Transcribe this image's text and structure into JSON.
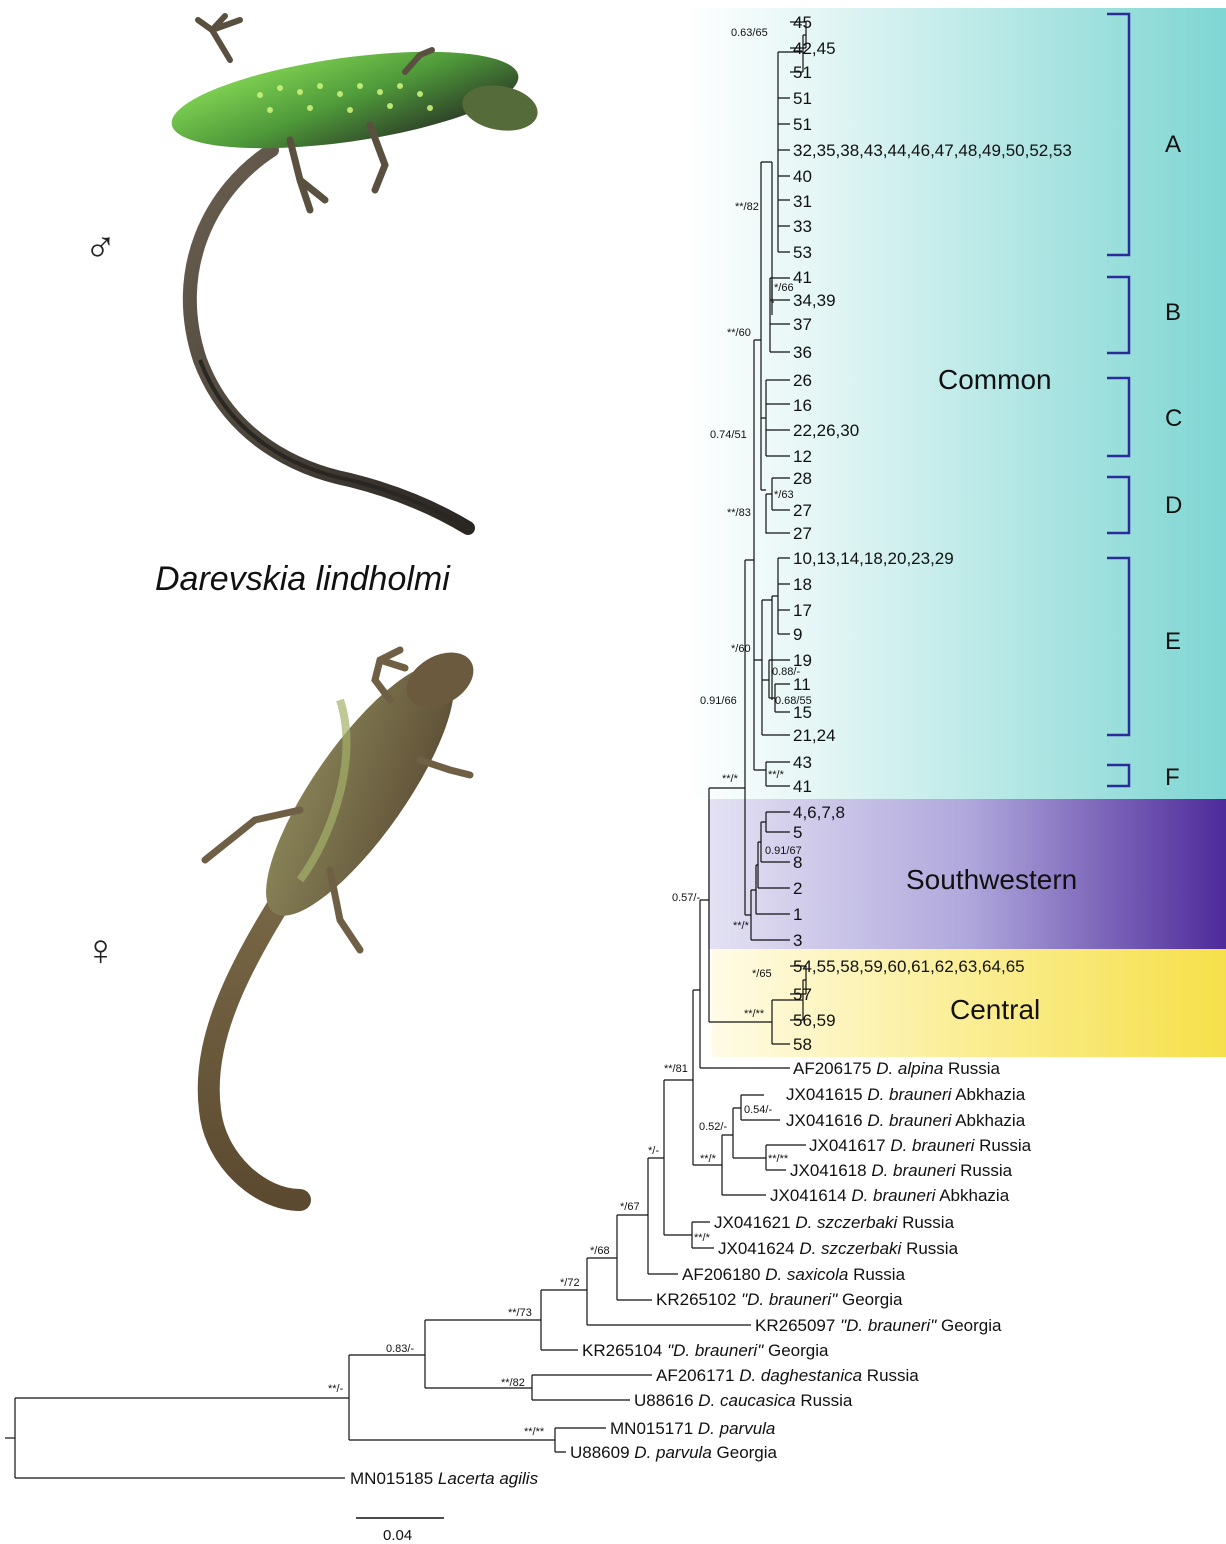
{
  "species_name": "Darevskia lindholmi",
  "male_symbol": "♂",
  "female_symbol": "♀",
  "scale_bar_label": "0.04",
  "colors": {
    "common": "#7fd6d3",
    "southwestern_light": "#d7d5ef",
    "southwestern_dark": "#4e2a9a",
    "central": "#f6e04a",
    "bracket": "#2b2c9a",
    "lizard_green": "#7ed94a",
    "lizard_brown": "#6b5a3e"
  },
  "regions": [
    "Common",
    "Southwestern",
    "Central"
  ],
  "clades": [
    "A",
    "B",
    "C",
    "D",
    "E",
    "F"
  ],
  "tips": [
    "45",
    "42,45",
    "51",
    "51",
    "51",
    "32,35,38,43,44,46,47,48,49,50,52,53",
    "40",
    "31",
    "33",
    "53",
    "41",
    "34,39",
    "37",
    "36",
    "26",
    "16",
    "22,26,30",
    "12",
    "28",
    "27",
    "27",
    "10,13,14,18,20,23,29",
    "18",
    "17",
    "9",
    "19",
    "11",
    "15",
    "21,24",
    "43",
    "41",
    "4,6,7,8",
    "5",
    "8",
    "2",
    "1",
    "3",
    "54,55,58,59,60,61,62,63,64,65",
    "57",
    "56,59",
    "58"
  ],
  "outgroups": [
    {
      "acc": "AF206175",
      "sp": "D. alpina",
      "loc": "Russia"
    },
    {
      "acc": "JX041615",
      "sp": "D. brauneri",
      "loc": "Abkhazia"
    },
    {
      "acc": "JX041616",
      "sp": "D. brauneri",
      "loc": "Abkhazia"
    },
    {
      "acc": "JX041617",
      "sp": "D. brauneri",
      "loc": "Russia"
    },
    {
      "acc": "JX041618",
      "sp": "D. brauneri",
      "loc": "Russia"
    },
    {
      "acc": "JX041614",
      "sp": "D. brauneri",
      "loc": "Abkhazia"
    },
    {
      "acc": "JX041621",
      "sp": "D. szczerbaki",
      "loc": "Russia"
    },
    {
      "acc": "JX041624",
      "sp": "D. szczerbaki",
      "loc": "Russia"
    },
    {
      "acc": "AF206180",
      "sp": "D. saxicola",
      "loc": "Russia"
    },
    {
      "acc": "KR265102",
      "sp": "\"D. brauneri\"",
      "loc": "Georgia"
    },
    {
      "acc": "KR265097",
      "sp": "\"D. brauneri\"",
      "loc": "Georgia"
    },
    {
      "acc": "KR265104",
      "sp": "\"D. brauneri\"",
      "loc": "Georgia"
    },
    {
      "acc": "AF206171",
      "sp": "D. daghestanica",
      "loc": "Russia"
    },
    {
      "acc": "U88616",
      "sp": "D. caucasica",
      "loc": "Russia"
    },
    {
      "acc": "MN015171",
      "sp": "D. parvula",
      "loc": ""
    },
    {
      "acc": "U88609",
      "sp": "D. parvula",
      "loc": "Georgia"
    },
    {
      "acc": "MN015185",
      "sp": "Lacerta agilis",
      "loc": ""
    }
  ],
  "support": [
    "0.63/65",
    "**/82",
    "*/66",
    "**/60",
    "0.74/51",
    "*/63",
    "**/83",
    "*/60",
    "0.88/-",
    "0.68/55",
    "0.91/66",
    "**/*",
    "**/*",
    "0.91/67",
    "**/*",
    "0.57/-",
    "*/65",
    "**/**",
    "**/81",
    "0.54/-",
    "0.52/-",
    "**/**",
    "**/*",
    "*/-",
    "**/*",
    "*/67",
    "*/68",
    "*/72",
    "**/73",
    "0.83/-",
    "**/82",
    "**/-",
    "**/**"
  ]
}
